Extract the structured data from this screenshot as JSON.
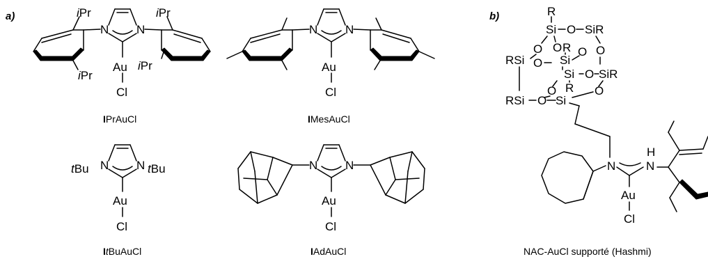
{
  "panels": {
    "a": "a)",
    "b": "b)"
  },
  "atoms": {
    "N": "N",
    "Au": "Au",
    "Cl": "Cl",
    "H": "H",
    "iPr_prefix": "i",
    "iPr_suffix": "Pr",
    "tBu_prefix": "t",
    "tBu_suffix": "Bu",
    "Si": "Si",
    "O": "O",
    "R": "R",
    "SiR": "SiR",
    "RSi": "RSi"
  },
  "captions": {
    "ipr": {
      "bold": "I",
      "rest": "PrAuCl"
    },
    "imes": {
      "bold": "I",
      "rest": "MesAuCl"
    },
    "itbu": {
      "bold": "I",
      "italic": "t",
      "rest": "BuAuCl"
    },
    "iad": {
      "bold": "I",
      "rest": "AdAuCl"
    },
    "nac": "NAC-AuCl supporté (Hashmi)"
  }
}
